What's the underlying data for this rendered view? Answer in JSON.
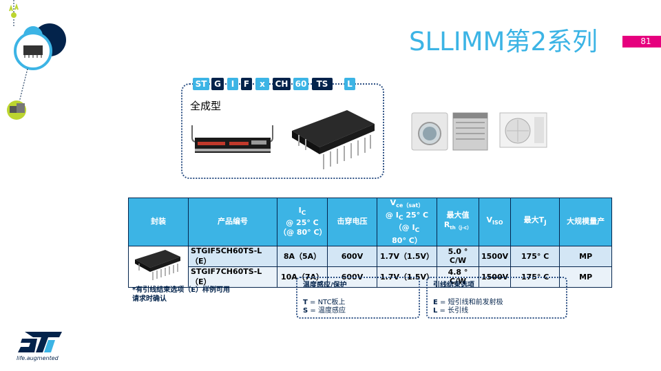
{
  "title": "SLLIMM第2系列",
  "page_number": "81",
  "part_code": [
    {
      "text": "ST",
      "style": "light"
    },
    {
      "text": "G",
      "style": "dark"
    },
    {
      "text": "I",
      "style": "light"
    },
    {
      "text": "F",
      "style": "dark"
    },
    {
      "text": "x",
      "style": "light"
    },
    {
      "text": "CH",
      "style": "dark"
    },
    {
      "text": "60",
      "style": "light"
    },
    {
      "text": "TS",
      "style": "dark"
    },
    {
      "text": "L",
      "style": "light"
    }
  ],
  "full_mold_label": "全成型",
  "table": {
    "headers": {
      "package": "封装",
      "part_number": "产品编号",
      "ic_main": "I",
      "ic_sub": "C",
      "ic_cond1": "@ 25° C",
      "ic_cond2": "（@ 80° C）",
      "breakdown": "击穿电压",
      "vce_main": "V",
      "vce_sub": "ce（sat）",
      "vce_cond1_pre": "@ I",
      "vce_cond1_sub": "C",
      "vce_cond1_post": " 25° C",
      "vce_cond2_pre": "（@ I",
      "vce_cond2_sub": "C",
      "vce_cond2_post": " 80° C）",
      "rth_top": "最大值",
      "rth_main": "R",
      "rth_sub": "th（j-c）",
      "viso_main": "V",
      "viso_sub": "ISO",
      "tj_pre": "最大T",
      "tj_sub": "J",
      "mp": "大规模量产"
    },
    "rows": [
      {
        "part": "STGIF5CH60TS-L（E）",
        "ic": "8A（5A）",
        "bv": "600V",
        "vce": "1.7V（1.5V）",
        "rth": "5.0 ° C/W",
        "viso": "1500V",
        "tj": "175° C",
        "status": "MP"
      },
      {
        "part": "STGIF7CH60TS-L（E）",
        "ic": "10A（7A）",
        "bv": "600V",
        "vce": "1.7V（1.5V）",
        "rth": "4.8 ° C/W",
        "viso": "1500V",
        "tj": "175° C",
        "status": "MP"
      }
    ]
  },
  "note_line1": "*有引线结束选项（E）样例可用",
  "note_line2": "请求时确认",
  "box_temp": {
    "title": "温度感应/保护",
    "l1_key": "T",
    "l1_val": " = NTC板上",
    "l2_key": "S",
    "l2_val": " = 温度感应"
  },
  "box_lead": {
    "title": "引线结束选项",
    "l1_key": "E",
    "l1_val": " = 短引线和前发射极",
    "l2_key": "L",
    "l2_val": " = 长引线"
  },
  "logo_tagline": "life.augmented",
  "colors": {
    "accent": "#3CB4E5",
    "dark": "#03234B",
    "magenta": "#E6007E",
    "lime": "#BCD530"
  }
}
